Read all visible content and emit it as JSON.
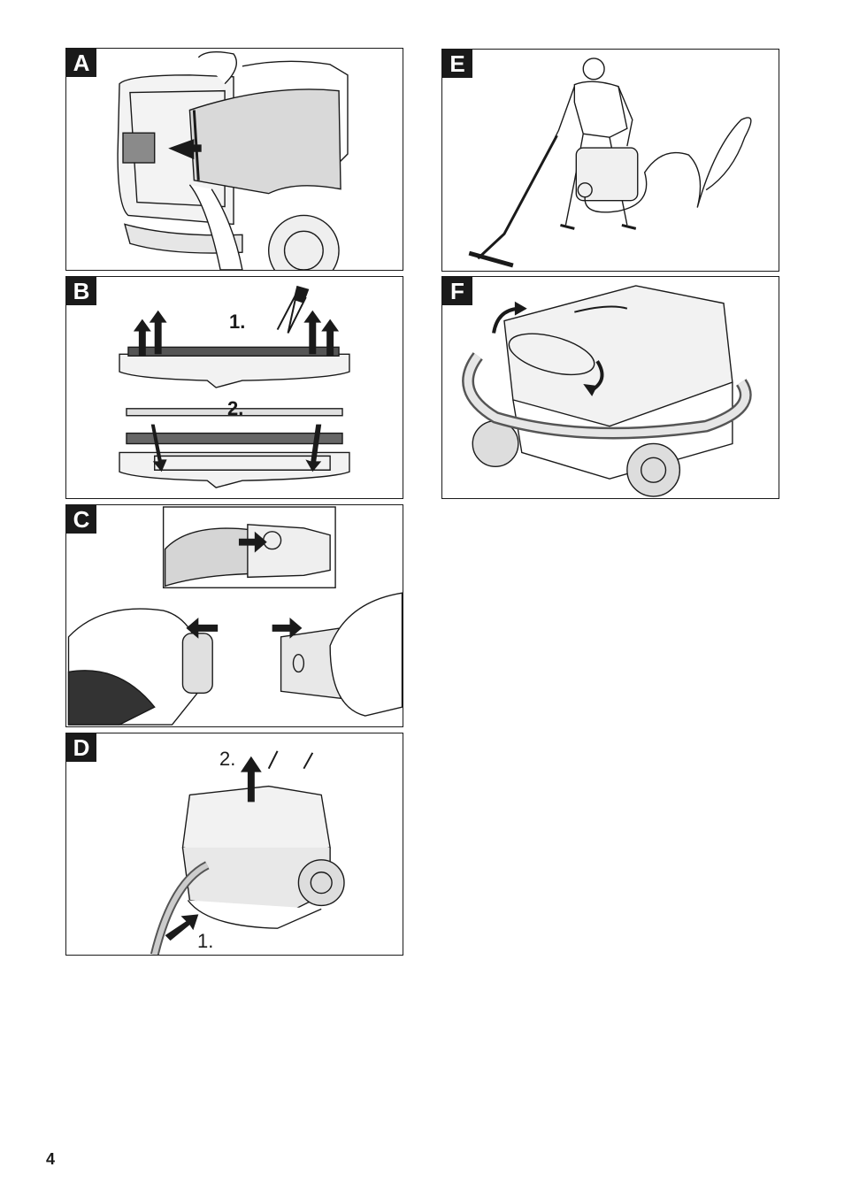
{
  "panels": {
    "a": {
      "label": "A"
    },
    "b": {
      "label": "B",
      "step1": "1.",
      "step2": "2."
    },
    "c": {
      "label": "C"
    },
    "d": {
      "label": "D",
      "step1": "1.",
      "step2": "2."
    },
    "e": {
      "label": "E"
    },
    "f": {
      "label": "F"
    }
  },
  "page_number": "4",
  "colors": {
    "ink": "#1a1a1a",
    "light_gray": "#c8c8c8",
    "mid_gray": "#8a8a8a"
  },
  "icons": [
    "arrow-icon",
    "screwdriver-icon",
    "rotate-arrow-icon"
  ]
}
